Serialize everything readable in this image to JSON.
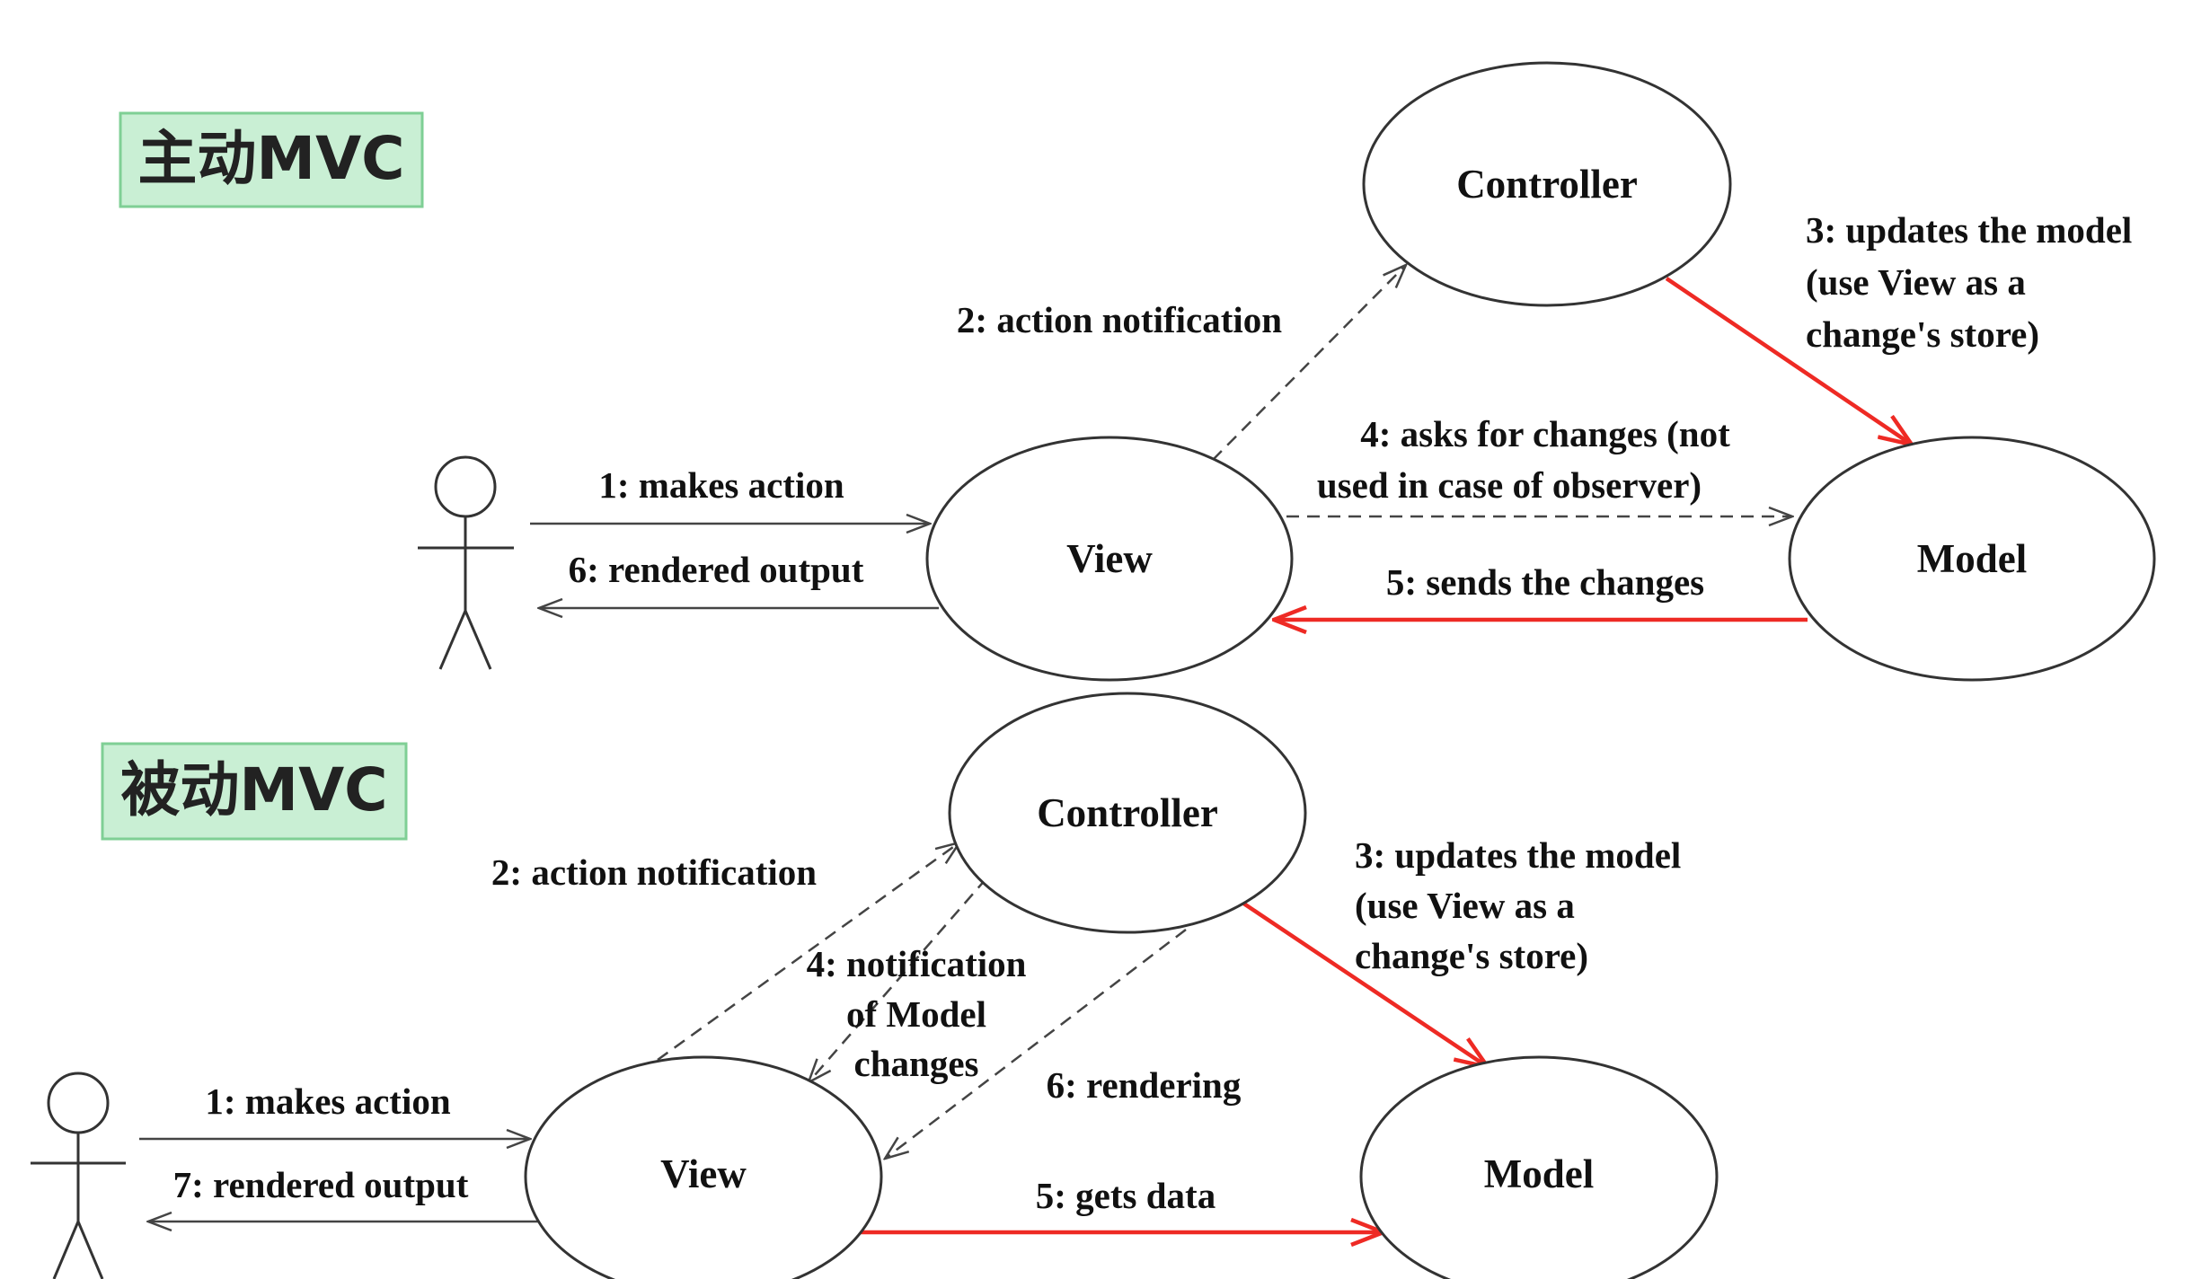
{
  "colors": {
    "accent_red": "#ee2a24",
    "title_box_fill": "#c9efd4",
    "title_box_border": "#7fcf95",
    "line": "#444444"
  },
  "active": {
    "title": "主动MVC",
    "nodes": {
      "controller": "Controller",
      "view": "View",
      "model": "Model"
    },
    "edges": {
      "e1": "1: makes action",
      "e2": "2: action notification",
      "e3": [
        "3: updates the model",
        "(use View as a",
        "change's store)"
      ],
      "e4": [
        "4: asks for changes (not",
        "used in case of observer)"
      ],
      "e5": "5: sends the changes",
      "e6": "6: rendered output"
    }
  },
  "passive": {
    "title": "被动MVC",
    "nodes": {
      "controller": "Controller",
      "view": "View",
      "model": "Model"
    },
    "edges": {
      "e1": "1: makes action",
      "e2": "2: action notification",
      "e3": [
        "3: updates the model",
        "(use View as a",
        "change's store)"
      ],
      "e4": [
        "4: notification",
        "of Model",
        "changes"
      ],
      "e5": "5: gets data",
      "e6": "6: rendering",
      "e7": "7: rendered output"
    }
  }
}
